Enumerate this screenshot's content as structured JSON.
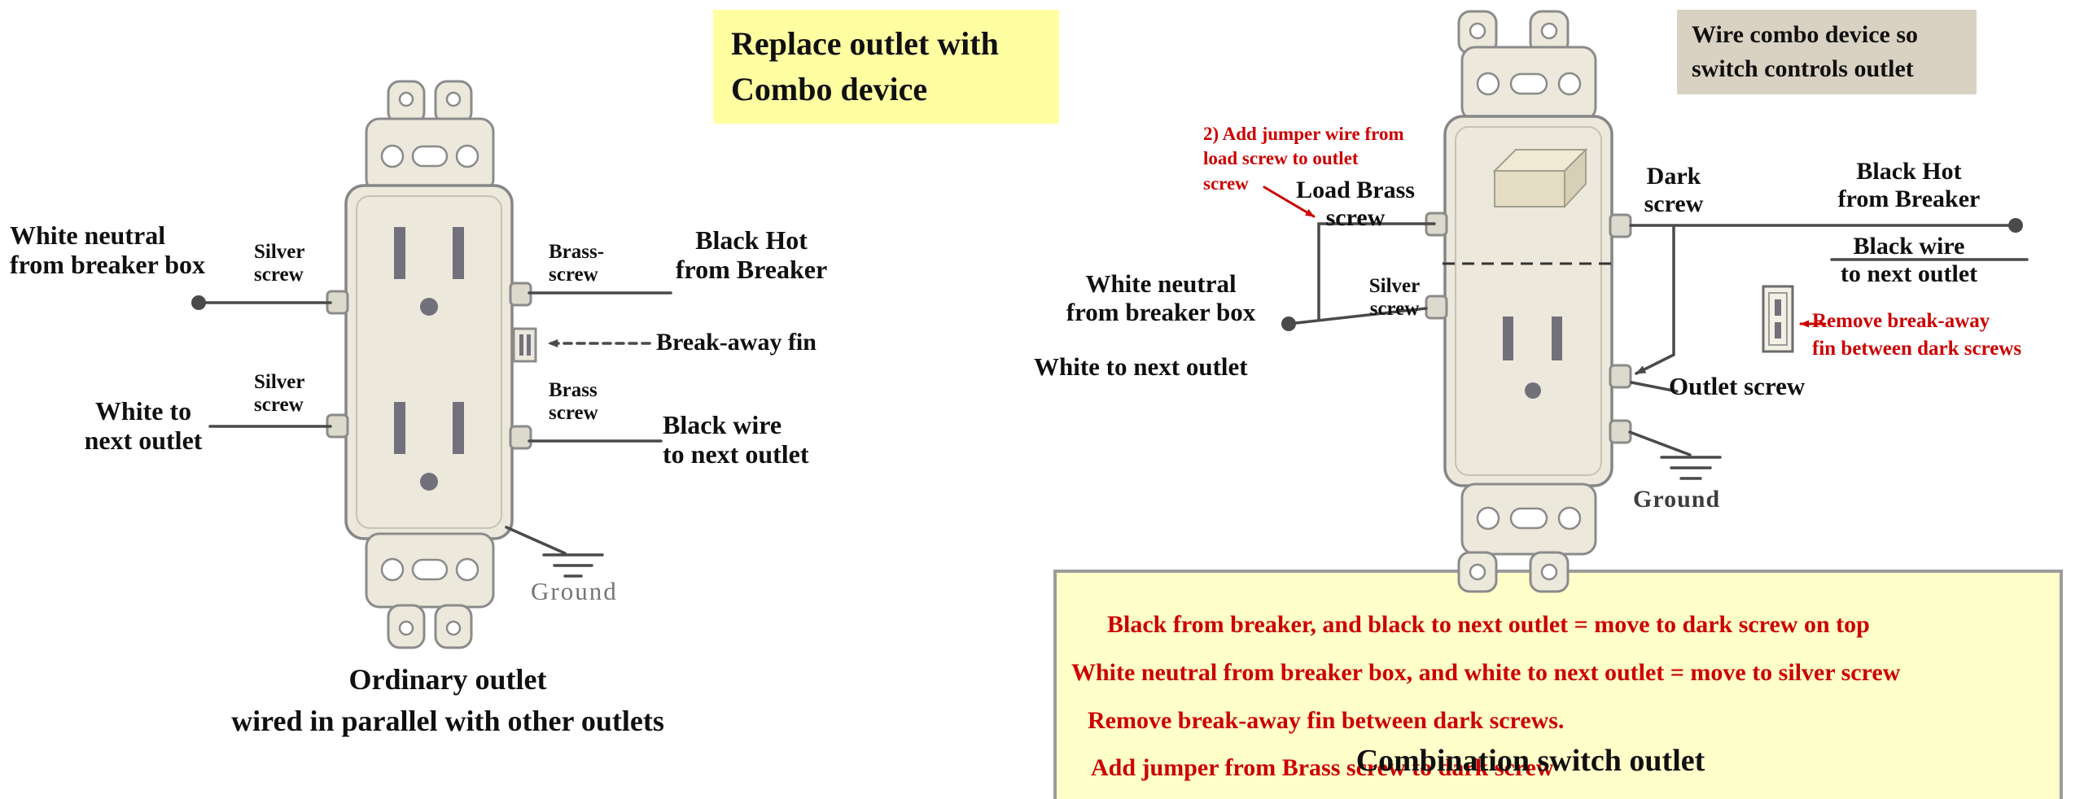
{
  "header": {
    "replace_title": "Replace outlet with\nCombo device",
    "combo_note": "Wire combo device so\nswitch controls outlet"
  },
  "left_diagram": {
    "caption": "Ordinary outlet\nwired in parallel with other outlets",
    "labels": {
      "white_neutral": "White neutral\nfrom breaker box",
      "silver_screw_top": "Silver\nscrew",
      "silver_screw_bottom": "Silver\nscrew",
      "white_to_next": "White to\nnext outlet",
      "brass_screw_top": "Brass-\nscrew",
      "brass_screw_bottom": "Brass\nscrew",
      "black_hot": "Black Hot\nfrom Breaker",
      "break_away_fin": "Break-away fin",
      "black_wire_next": "Black wire\nto next outlet",
      "ground": "Ground"
    }
  },
  "right_diagram": {
    "caption": "Combination switch outlet",
    "jumper_note": "2) Add jumper wire from\nload screw to outlet\nscrew",
    "labels": {
      "load_brass_screw": "Load Brass\nscrew",
      "dark_screw": "Dark\nscrew",
      "black_hot": "Black Hot\nfrom Breaker",
      "black_wire_next": "Black wire\nto next outlet",
      "white_neutral": "White neutral\nfrom breaker box",
      "silver_screw": "Silver\nscrew",
      "white_to_next": "White to next outlet",
      "remove_fin": "Remove break-away\nfin between dark screws",
      "outlet_screw": "Outlet screw",
      "ground": "Ground"
    },
    "instructions": [
      "Black from breaker, and black to next outlet = move to dark screw on top",
      "White neutral from breaker box, and white to next outlet = move to silver screw",
      "Remove break-away fin between dark screws.",
      "Add jumper from Brass screw to dark screw"
    ]
  },
  "colors": {
    "highlight_yellow": "#FFFFA2",
    "instruction_yellow": "#FFFFCA",
    "note_tan": "#D9D2C3",
    "warning_red": "#CC0000",
    "device_body": "#ECE8DC"
  }
}
